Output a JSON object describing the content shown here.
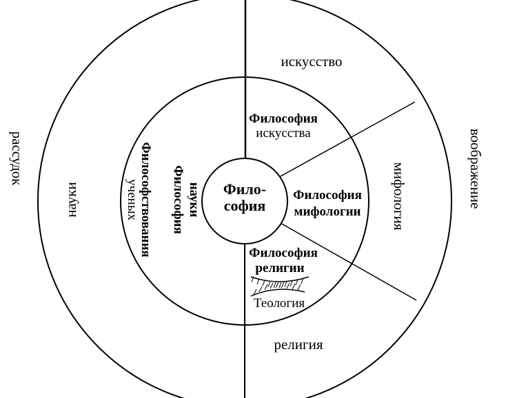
{
  "center": {
    "line1": "Фило-",
    "line2": "софия"
  },
  "outer_ring": {
    "art": "искусство",
    "mythology": "мифология",
    "religion": "религия",
    "sciences": "науки"
  },
  "middle_ring": {
    "philosophy_of_art_line1": "Философия",
    "philosophy_of_art_line2": "искусства",
    "philosophy_of_mythology_line1": "Философия",
    "philosophy_of_mythology_line2": "мифологии",
    "philosophy_of_religion_line1": "Философия",
    "philosophy_of_religion_line2": "религии",
    "theology": "Теология",
    "philosophy_of_science_line1": "Философия",
    "philosophy_of_science_line2": "науки",
    "scientists_philosophizing_line1": "Философствования",
    "scientists_philosophizing_line2": "ученых"
  },
  "outside": {
    "reason": "рассудок",
    "imagination": "воображение"
  }
}
